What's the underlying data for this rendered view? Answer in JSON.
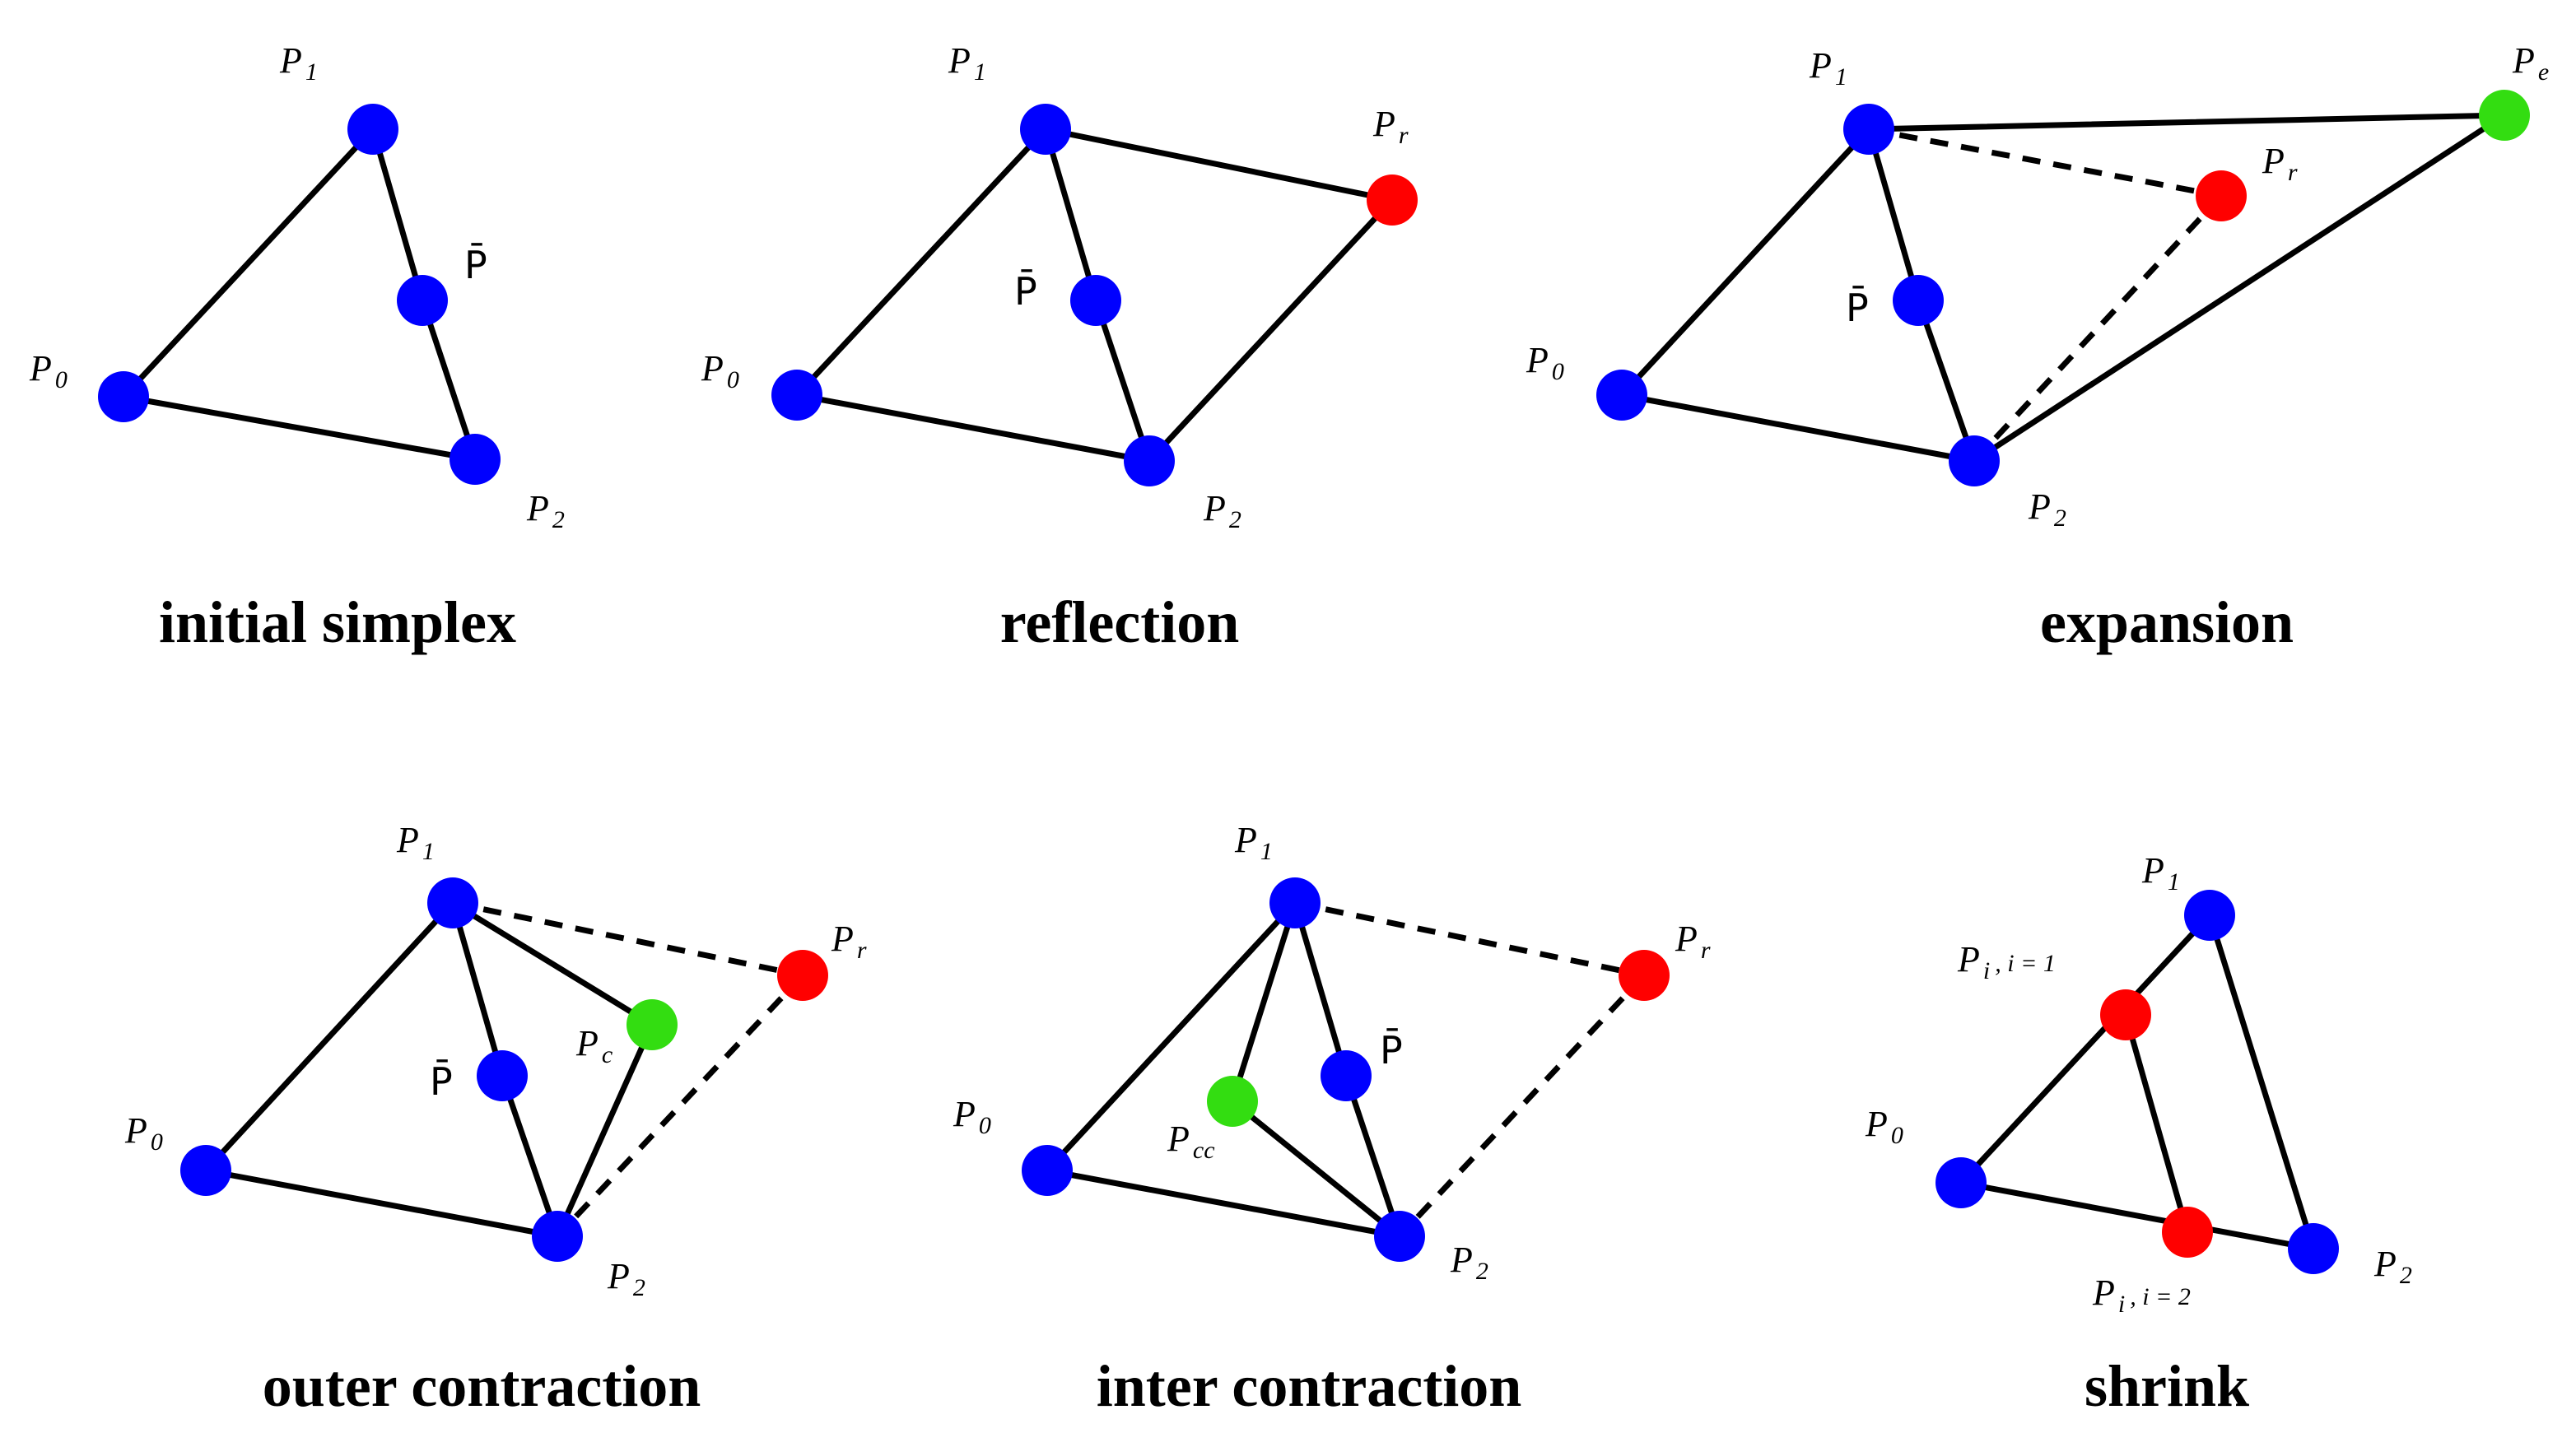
{
  "colors": {
    "vertex": "#0000ff",
    "reflected": "#ff0000",
    "new_point": "#33dd11",
    "edge": "#000000"
  },
  "panels": [
    {
      "caption": "initial simplex",
      "points": {
        "p0": "P0",
        "p1": "P1",
        "p2": "P2",
        "pbar": "P̄"
      }
    },
    {
      "caption": "reflection",
      "points": {
        "p0": "P0",
        "p1": "P1",
        "p2": "P2",
        "pbar": "P̄",
        "pr": "Pr"
      }
    },
    {
      "caption": "expansion",
      "points": {
        "p0": "P0",
        "p1": "P1",
        "p2": "P2",
        "pbar": "P̄",
        "pr": "Pr",
        "pe": "Pe"
      }
    },
    {
      "caption": "outer contraction",
      "points": {
        "p0": "P0",
        "p1": "P1",
        "p2": "P2",
        "pbar": "P̄",
        "pr": "Pr",
        "pc": "Pc"
      }
    },
    {
      "caption": "inter contraction",
      "points": {
        "p0": "P0",
        "p1": "P1",
        "p2": "P2",
        "pbar": "P̄",
        "pr": "Pr",
        "pcc": "Pcc"
      }
    },
    {
      "caption": "shrink",
      "points": {
        "p0": "P0",
        "p1": "P1",
        "p2": "P2",
        "pi1": "Pi , i = 1",
        "pi2": "Pi , i = 2"
      }
    }
  ]
}
